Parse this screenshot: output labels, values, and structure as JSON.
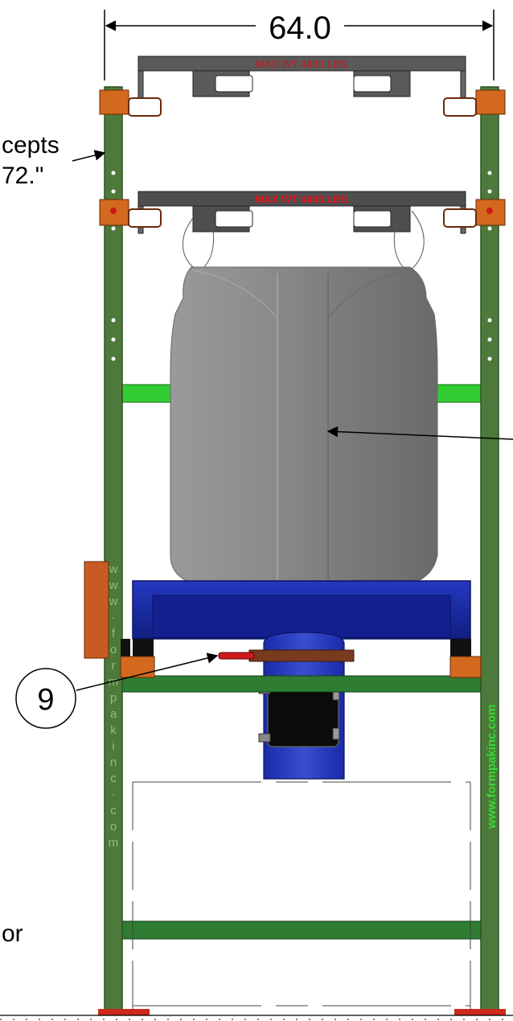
{
  "dimension": {
    "width_label": "64.0"
  },
  "callouts": {
    "partial_line1": "cepts",
    "partial_line2": "72.\"",
    "partial_bottom": "or",
    "balloon": "9"
  },
  "beams": {
    "upper_label": "MAX WT 4400 LBS",
    "lower_label": "MAX WT 4400 LBS"
  },
  "branding": {
    "left_post_letters": [
      "w",
      "w",
      "w",
      "·",
      "f",
      "o",
      "r",
      "m",
      "p",
      "a",
      "k",
      "i",
      "n",
      "c",
      "·",
      "c",
      "o",
      "m"
    ],
    "right_post_text": "www.formpakinc.com"
  },
  "colors": {
    "frame_green": "#4d7a3a",
    "frame_dark": "#2f5224",
    "crossbar_bright": "#33cc33",
    "crossbar_green": "#2e7d32",
    "orange_bracket": "#d2691e",
    "beam_gray": "#555555",
    "bag_gray": "#8e8e8e",
    "table_blue": "#1a2aa8",
    "label_red": "#e0141c",
    "brand_green": "#33dd33"
  }
}
